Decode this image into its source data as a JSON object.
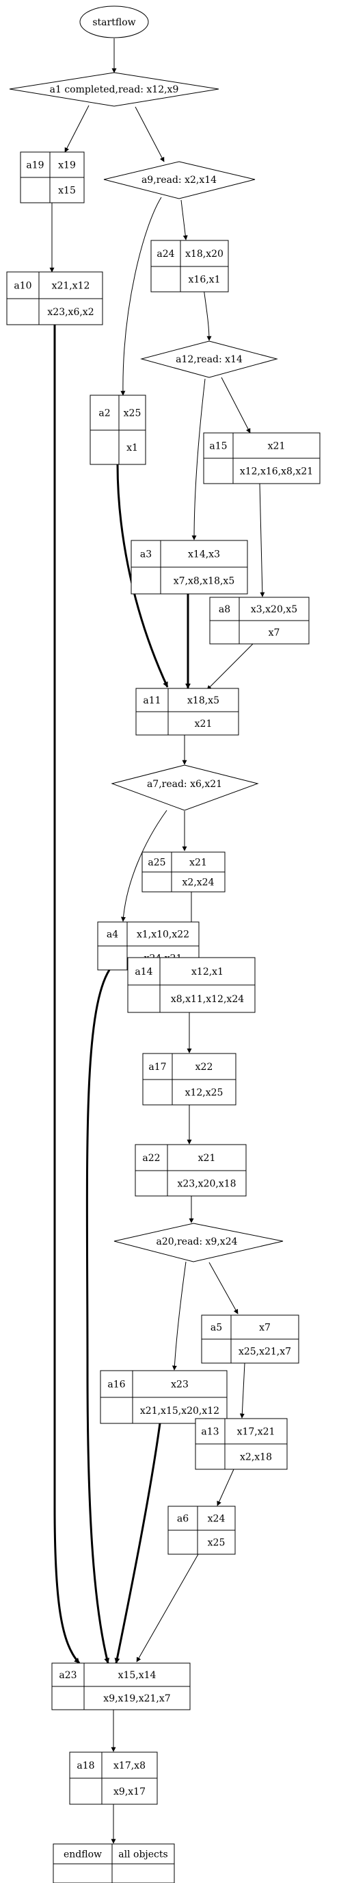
{
  "diagram": {
    "start": "startflow",
    "decisions": {
      "a1": "a1 completed,read: x12,x9",
      "a9": "a9,read: x2,x14",
      "a12": "a12,read: x14",
      "a7": "a7,read: x6,x21",
      "a20": "a20,read: x9,x24"
    },
    "nodes": {
      "a19": {
        "id": "a19",
        "top": "x19",
        "bottom": "x15"
      },
      "a24": {
        "id": "a24",
        "top": "x18,x20",
        "bottom": "x16,x1"
      },
      "a10": {
        "id": "a10",
        "top": "x21,x12",
        "bottom": "x23,x6,x2"
      },
      "a2": {
        "id": "a2",
        "top": "x25",
        "bottom": "x1"
      },
      "a15": {
        "id": "a15",
        "top": "x21",
        "bottom": "x12,x16,x8,x21"
      },
      "a3": {
        "id": "a3",
        "top": "x14,x3",
        "bottom": "x7,x8,x18,x5"
      },
      "a8": {
        "id": "a8",
        "top": "x3,x20,x5",
        "bottom": "x7"
      },
      "a11": {
        "id": "a11",
        "top": "x18,x5",
        "bottom": "x21"
      },
      "a25": {
        "id": "a25",
        "top": "x21",
        "bottom": "x2,x24"
      },
      "a4": {
        "id": "a4",
        "top": "x1,x10,x22",
        "bottom": "x24,x21"
      },
      "a14": {
        "id": "a14",
        "top": "x12,x1",
        "bottom": "x8,x11,x12,x24"
      },
      "a17": {
        "id": "a17",
        "top": "x22",
        "bottom": "x12,x25"
      },
      "a22": {
        "id": "a22",
        "top": "x21",
        "bottom": "x23,x20,x18"
      },
      "a5": {
        "id": "a5",
        "top": "x7",
        "bottom": "x25,x21,x7"
      },
      "a16": {
        "id": "a16",
        "top": "x23",
        "bottom": "x21,x15,x20,x12"
      },
      "a13": {
        "id": "a13",
        "top": "x17,x21",
        "bottom": "x2,x18"
      },
      "a6": {
        "id": "a6",
        "top": "x24",
        "bottom": "x25"
      },
      "a23": {
        "id": "a23",
        "top": "x15,x14",
        "bottom": "x9,x19,x21,x7"
      },
      "a18": {
        "id": "a18",
        "top": "x17,x8",
        "bottom": "x9,x17"
      },
      "endflow": {
        "id": "endflow",
        "top": "all objects",
        "bottom": ""
      }
    }
  }
}
